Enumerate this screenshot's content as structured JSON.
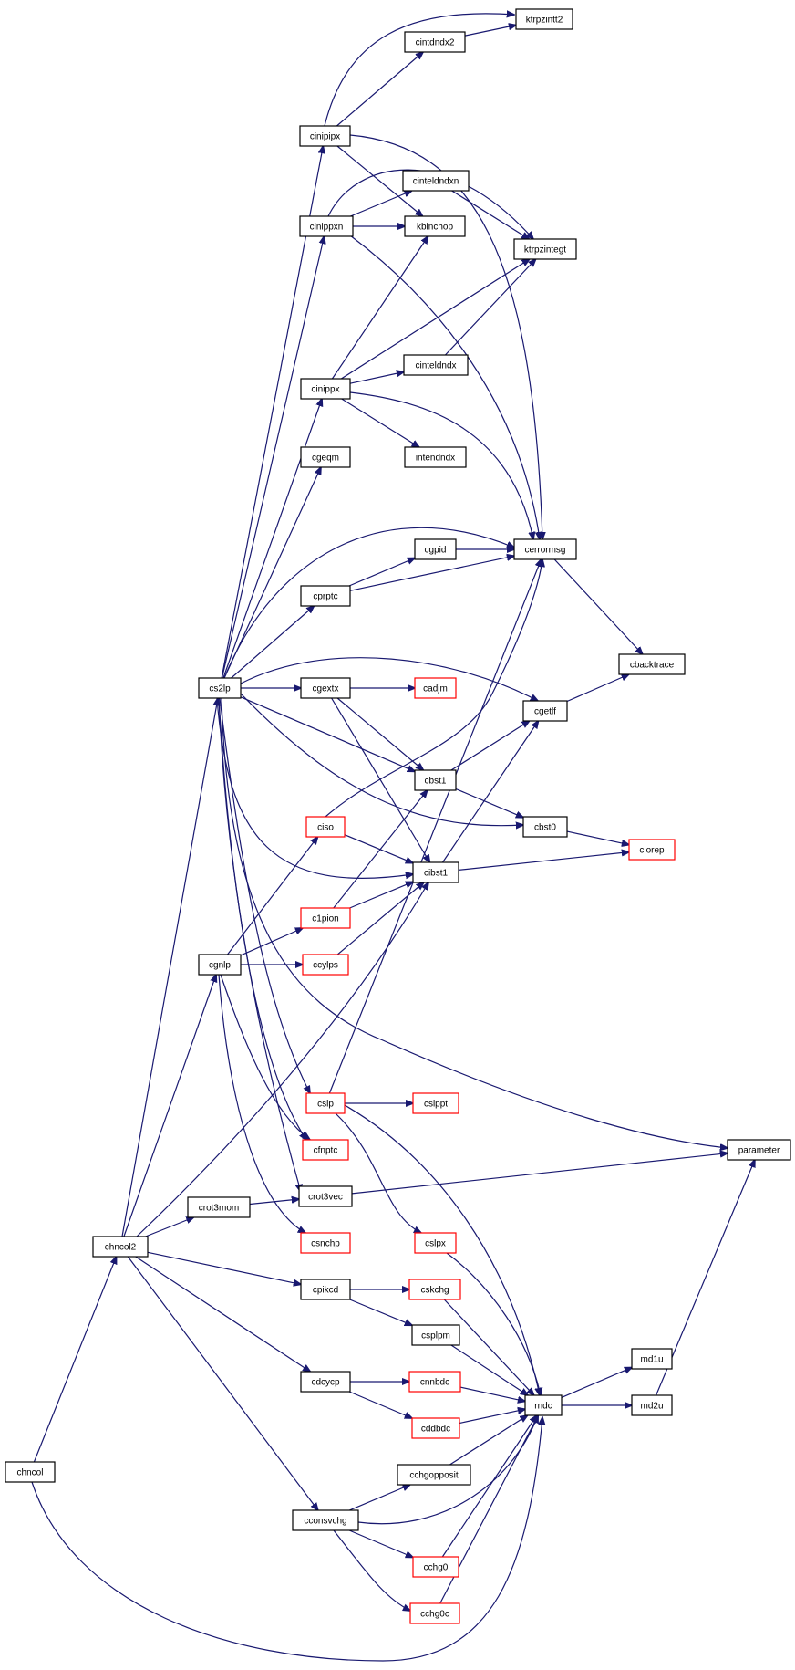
{
  "diagram": {
    "colors": {
      "edge": "#191970",
      "normal_border": "#000000",
      "truncated_border": "#ff0000",
      "root_fill": "#bfbfbf"
    },
    "nodes": [
      {
        "id": "chncol",
        "label": "chncol",
        "kind": "root"
      },
      {
        "id": "chncol2",
        "label": "chncol2",
        "kind": "normal"
      },
      {
        "id": "cs2lp",
        "label": "cs2lp",
        "kind": "normal"
      },
      {
        "id": "cinipipx",
        "label": "cinipipx",
        "kind": "normal"
      },
      {
        "id": "cintdndx2",
        "label": "cintdndx2",
        "kind": "normal"
      },
      {
        "id": "ktrpzintt2",
        "label": "ktrpzintt2",
        "kind": "normal"
      },
      {
        "id": "cinippxn",
        "label": "cinippxn",
        "kind": "normal"
      },
      {
        "id": "cinteldndxn",
        "label": "cinteldndxn",
        "kind": "normal"
      },
      {
        "id": "kbinchop",
        "label": "kbinchop",
        "kind": "normal"
      },
      {
        "id": "ktrpzintegt",
        "label": "ktrpzintegt",
        "kind": "normal"
      },
      {
        "id": "cinippx",
        "label": "cinippx",
        "kind": "normal"
      },
      {
        "id": "cinteldndx",
        "label": "cinteldndx",
        "kind": "normal"
      },
      {
        "id": "intendndx",
        "label": "intendndx",
        "kind": "normal"
      },
      {
        "id": "cgeqm",
        "label": "cgeqm",
        "kind": "normal"
      },
      {
        "id": "cgpid",
        "label": "cgpid",
        "kind": "normal"
      },
      {
        "id": "cerrormsg",
        "label": "cerrormsg",
        "kind": "normal"
      },
      {
        "id": "cprptc",
        "label": "cprptc",
        "kind": "normal"
      },
      {
        "id": "cbacktrace",
        "label": "cbacktrace",
        "kind": "normal"
      },
      {
        "id": "cgextx",
        "label": "cgextx",
        "kind": "normal"
      },
      {
        "id": "cadjm",
        "label": "cadjm",
        "kind": "truncated"
      },
      {
        "id": "cgetlf",
        "label": "cgetlf",
        "kind": "normal"
      },
      {
        "id": "cbst1",
        "label": "cbst1",
        "kind": "normal"
      },
      {
        "id": "cbst0",
        "label": "cbst0",
        "kind": "normal"
      },
      {
        "id": "ciso",
        "label": "ciso",
        "kind": "truncated"
      },
      {
        "id": "clorep",
        "label": "clorep",
        "kind": "truncated"
      },
      {
        "id": "cibst1",
        "label": "cibst1",
        "kind": "normal"
      },
      {
        "id": "c1pion",
        "label": "c1pion",
        "kind": "truncated"
      },
      {
        "id": "cgnlp",
        "label": "cgnlp",
        "kind": "normal"
      },
      {
        "id": "ccylps",
        "label": "ccylps",
        "kind": "truncated"
      },
      {
        "id": "cslp",
        "label": "cslp",
        "kind": "truncated"
      },
      {
        "id": "cslppt",
        "label": "cslppt",
        "kind": "truncated"
      },
      {
        "id": "cfnptc",
        "label": "cfnptc",
        "kind": "truncated"
      },
      {
        "id": "parameter",
        "label": "parameter",
        "kind": "normal"
      },
      {
        "id": "crot3mom",
        "label": "crot3mom",
        "kind": "normal"
      },
      {
        "id": "crot3vec",
        "label": "crot3vec",
        "kind": "normal"
      },
      {
        "id": "csnchp",
        "label": "csnchp",
        "kind": "truncated"
      },
      {
        "id": "cslpx",
        "label": "cslpx",
        "kind": "truncated"
      },
      {
        "id": "cpikcd",
        "label": "cpikcd",
        "kind": "normal"
      },
      {
        "id": "cskchg",
        "label": "cskchg",
        "kind": "truncated"
      },
      {
        "id": "csplpm",
        "label": "csplpm",
        "kind": "normal"
      },
      {
        "id": "md1u",
        "label": "md1u",
        "kind": "normal"
      },
      {
        "id": "cdcycp",
        "label": "cdcycp",
        "kind": "normal"
      },
      {
        "id": "cnnbdc",
        "label": "cnnbdc",
        "kind": "truncated"
      },
      {
        "id": "rndc",
        "label": "rndc",
        "kind": "normal"
      },
      {
        "id": "md2u",
        "label": "md2u",
        "kind": "normal"
      },
      {
        "id": "cddbdc",
        "label": "cddbdc",
        "kind": "truncated"
      },
      {
        "id": "cchgopposit",
        "label": "cchgopposit",
        "kind": "normal"
      },
      {
        "id": "cconsvchg",
        "label": "cconsvchg",
        "kind": "normal"
      },
      {
        "id": "cchg0",
        "label": "cchg0",
        "kind": "truncated"
      },
      {
        "id": "cchg0c",
        "label": "cchg0c",
        "kind": "truncated"
      }
    ],
    "edges": [
      [
        "chncol",
        "chncol2"
      ],
      [
        "chncol",
        "rndc"
      ],
      [
        "chncol2",
        "cs2lp"
      ],
      [
        "chncol2",
        "cgnlp"
      ],
      [
        "chncol2",
        "crot3mom"
      ],
      [
        "chncol2",
        "cibst1"
      ],
      [
        "chncol2",
        "cpikcd"
      ],
      [
        "chncol2",
        "cdcycp"
      ],
      [
        "chncol2",
        "cconsvchg"
      ],
      [
        "cs2lp",
        "cinipipx"
      ],
      [
        "cs2lp",
        "cinippxn"
      ],
      [
        "cs2lp",
        "cinippx"
      ],
      [
        "cs2lp",
        "cgeqm"
      ],
      [
        "cs2lp",
        "cerrormsg"
      ],
      [
        "cs2lp",
        "cprptc"
      ],
      [
        "cs2lp",
        "cgetlf"
      ],
      [
        "cs2lp",
        "cgextx"
      ],
      [
        "cs2lp",
        "cbst1"
      ],
      [
        "cs2lp",
        "cbst0"
      ],
      [
        "cs2lp",
        "cibst1"
      ],
      [
        "cs2lp",
        "parameter"
      ],
      [
        "cs2lp",
        "cslp"
      ],
      [
        "cs2lp",
        "cfnptc"
      ],
      [
        "cs2lp",
        "crot3vec"
      ],
      [
        "cinipipx",
        "ktrpzintt2"
      ],
      [
        "cinipipx",
        "cintdndx2"
      ],
      [
        "cinipipx",
        "kbinchop"
      ],
      [
        "cinipipx",
        "cerrormsg"
      ],
      [
        "cintdndx2",
        "ktrpzintt2"
      ],
      [
        "cinippxn",
        "cinteldndxn"
      ],
      [
        "cinippxn",
        "kbinchop"
      ],
      [
        "cinippxn",
        "ktrpzintegt"
      ],
      [
        "cinippxn",
        "cerrormsg"
      ],
      [
        "cinteldndxn",
        "ktrpzintegt"
      ],
      [
        "cinippx",
        "kbinchop"
      ],
      [
        "cinippx",
        "ktrpzintegt"
      ],
      [
        "cinippx",
        "cinteldndx"
      ],
      [
        "cinippx",
        "intendndx"
      ],
      [
        "cinippx",
        "cerrormsg"
      ],
      [
        "cinteldndx",
        "ktrpzintegt"
      ],
      [
        "cprptc",
        "cgpid"
      ],
      [
        "cprptc",
        "cerrormsg"
      ],
      [
        "cgpid",
        "cerrormsg"
      ],
      [
        "cerrormsg",
        "cbacktrace"
      ],
      [
        "cgetlf",
        "cbacktrace"
      ],
      [
        "cgextx",
        "cadjm"
      ],
      [
        "cgextx",
        "cbst1"
      ],
      [
        "cgextx",
        "cibst1"
      ],
      [
        "cbst1",
        "cgetlf"
      ],
      [
        "cbst1",
        "cbst0"
      ],
      [
        "cbst0",
        "clorep"
      ],
      [
        "ciso",
        "cerrormsg"
      ],
      [
        "ciso",
        "cibst1"
      ],
      [
        "cibst1",
        "cgetlf"
      ],
      [
        "cibst1",
        "clorep"
      ],
      [
        "c1pion",
        "cbst1"
      ],
      [
        "c1pion",
        "cibst1"
      ],
      [
        "ccylps",
        "cibst1"
      ],
      [
        "cgnlp",
        "ciso"
      ],
      [
        "cgnlp",
        "c1pion"
      ],
      [
        "cgnlp",
        "ccylps"
      ],
      [
        "cgnlp",
        "cfnptc"
      ],
      [
        "cgnlp",
        "csnchp"
      ],
      [
        "cslp",
        "cerrormsg"
      ],
      [
        "cslp",
        "cslppt"
      ],
      [
        "cslp",
        "cslpx"
      ],
      [
        "cslp",
        "rndc"
      ],
      [
        "crot3mom",
        "crot3vec"
      ],
      [
        "crot3vec",
        "parameter"
      ],
      [
        "cslpx",
        "rndc"
      ],
      [
        "cpikcd",
        "cskchg"
      ],
      [
        "cpikcd",
        "csplpm"
      ],
      [
        "cskchg",
        "rndc"
      ],
      [
        "csplpm",
        "rndc"
      ],
      [
        "cdcycp",
        "cnnbdc"
      ],
      [
        "cdcycp",
        "cddbdc"
      ],
      [
        "cnnbdc",
        "rndc"
      ],
      [
        "cddbdc",
        "rndc"
      ],
      [
        "rndc",
        "md1u"
      ],
      [
        "rndc",
        "md2u"
      ],
      [
        "md2u",
        "parameter"
      ],
      [
        "cconsvchg",
        "cchgopposit"
      ],
      [
        "cconsvchg",
        "rndc"
      ],
      [
        "cconsvchg",
        "cchg0"
      ],
      [
        "cconsvchg",
        "cchg0c"
      ],
      [
        "cchgopposit",
        "rndc"
      ],
      [
        "cchg0",
        "rndc"
      ],
      [
        "cchg0c",
        "rndc"
      ]
    ]
  }
}
